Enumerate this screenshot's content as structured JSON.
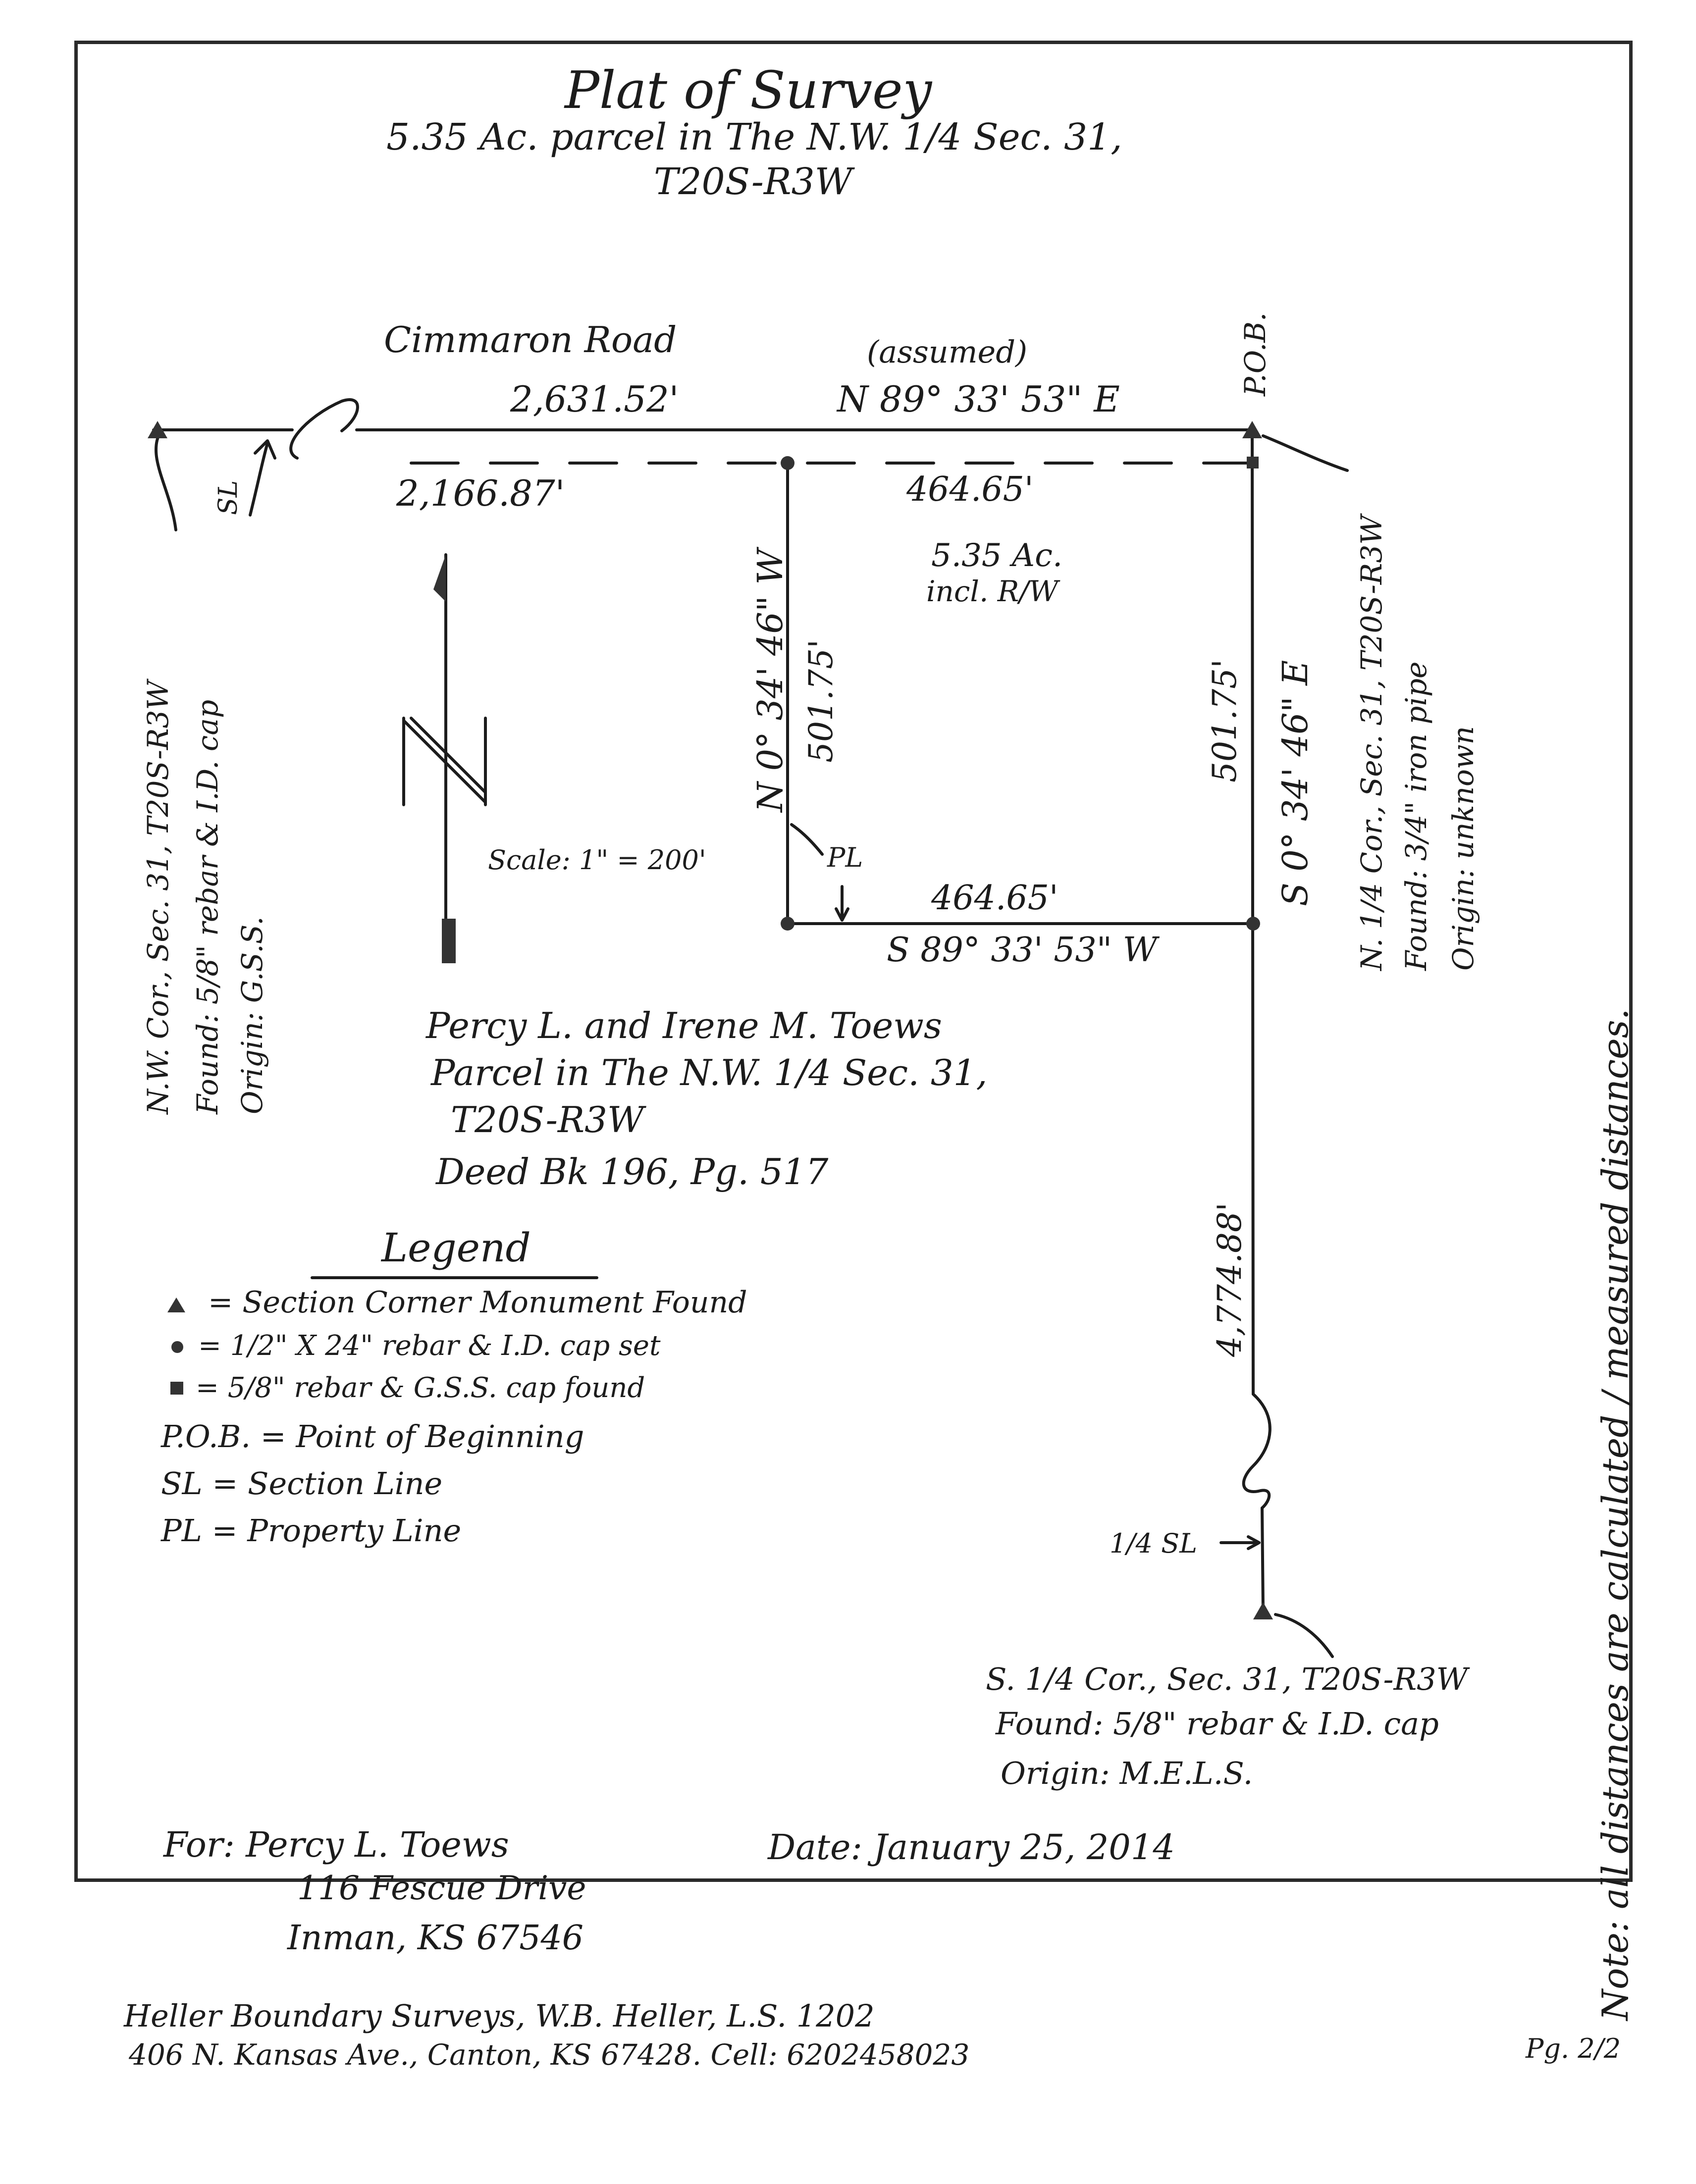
{
  "title": "Plat of Survey",
  "subtitle_line1": "5.35 Ac. parcel in The N.W. 1/4 Sec. 31,",
  "subtitle_line2": "T20S-R3W",
  "road": {
    "name": "Cimmaron Road",
    "assumed": "(assumed)",
    "total_length": "2,631.52'",
    "bearing": "N 89° 33' 53\" E",
    "west_segment": "2,166.87'"
  },
  "parcel": {
    "north_length": "464.65'",
    "south_length": "464.65'",
    "south_bearing": "S 89° 33' 53\" W",
    "west_length": "501.75'",
    "west_bearing": "N 0° 34' 46\" W",
    "east_length": "501.75'",
    "east_bearing": "S 0° 34' 46\" E",
    "area_line1": "5.35 Ac.",
    "area_line2": "incl. R/W",
    "pl_symbol": "PL"
  },
  "pob": "P.O.B.",
  "section_line_symbol": "SL",
  "east_line_length": "4,774.88'",
  "quarter_line_label": "1/4 SL",
  "scale": "Scale: 1\" = 200'",
  "nw_corner": {
    "line1": "N.W. Cor., Sec. 31, T20S-R3W",
    "line2": "Found: 5/8\" rebar & I.D. cap",
    "line3": "Origin: G.S.S."
  },
  "n_quarter_corner": {
    "line1": "N. 1/4 Cor., Sec. 31, T20S-R3W",
    "line2": "Found: 3/4\" iron pipe",
    "line3": "Origin: unknown"
  },
  "s_quarter_corner": {
    "line1": "S. 1/4 Cor., Sec. 31, T20S-R3W",
    "line2": "Found: 5/8\" rebar & I.D. cap",
    "line3": "Origin: M.E.L.S."
  },
  "owner": {
    "line1": "Percy L. and Irene M. Toews",
    "line2": "Parcel in The N.W. 1/4 Sec. 31,",
    "line3": "T20S-R3W",
    "line4": "Deed Bk 196, Pg. 517"
  },
  "legend": {
    "title": "Legend",
    "items": [
      "= Section Corner Monument Found",
      "= 1/2\" X 24\" rebar & I.D. cap set",
      "= 5/8\" rebar & G.S.S. cap found",
      "P.O.B. = Point of Beginning",
      "SL = Section Line",
      "PL = Property Line"
    ]
  },
  "client": {
    "line1": "For: Percy L. Toews",
    "line2": "116 Fescue Drive",
    "line3": "Inman, KS 67546"
  },
  "date": "Date: January 25, 2014",
  "note": "Note: all distances are calculated / measured distances.",
  "surveyor": {
    "line1": "Heller Boundary Surveys, W.B. Heller, L.S. 1202",
    "line2": "406 N. Kansas Ave., Canton, KS 67428. Cell: 6202458023"
  },
  "page_number": "Pg. 2/2",
  "colors": {
    "ink": "#1c1c1c"
  }
}
